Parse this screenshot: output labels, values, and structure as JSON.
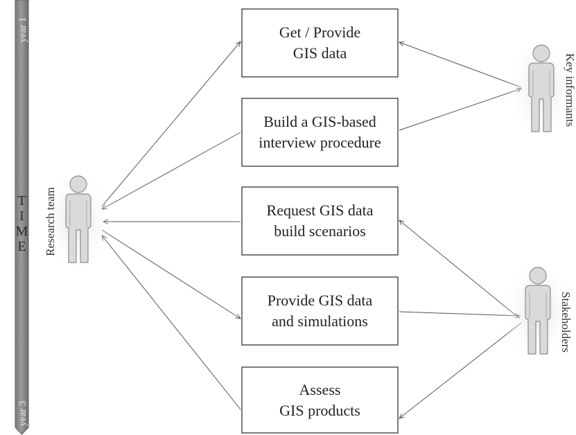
{
  "timeline": {
    "top_label": "year 1",
    "bottom_label": "year 3",
    "time_letters": [
      "T",
      "I",
      "M",
      "E"
    ]
  },
  "actors": {
    "research_team": "Research team",
    "key_informants": "Key informants",
    "stakeholders": "Stakeholders"
  },
  "boxes": [
    {
      "lines": [
        "Get / Provide",
        "GIS data"
      ]
    },
    {
      "lines": [
        "Build a GIS-based",
        "interview procedure"
      ]
    },
    {
      "lines": [
        "Request GIS data",
        "build scenarios"
      ]
    },
    {
      "lines": [
        "Provide GIS data",
        "and simulations"
      ]
    },
    {
      "lines": [
        "Assess",
        "GIS products"
      ]
    }
  ],
  "colors": {
    "timeline_bar": "#8a8a8a",
    "person_fill": "#dadada",
    "person_stroke": "#8c8c8c",
    "box_stroke": "#333333",
    "arrow": "#555555"
  }
}
